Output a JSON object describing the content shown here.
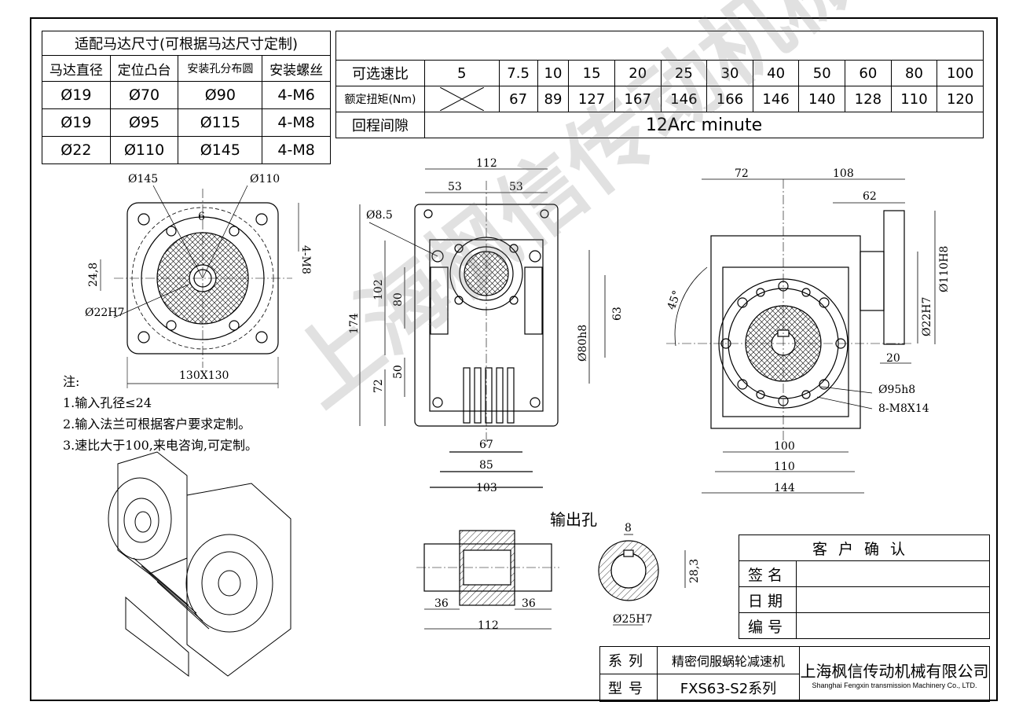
{
  "motor_table": {
    "title": "适配马达尺寸(可根据马达尺寸定制)",
    "headers": [
      "马达直径",
      "定位凸台",
      "安装孔分布圆",
      "安装螺丝"
    ],
    "rows": [
      [
        "Ø19",
        "Ø70",
        "Ø90",
        "4-M6"
      ],
      [
        "Ø19",
        "Ø95",
        "Ø115",
        "4-M8"
      ],
      [
        "Ø22",
        "Ø110",
        "Ø145",
        "4-M8"
      ]
    ]
  },
  "ratio_table": {
    "ratio_label": "可选速比",
    "ratios": [
      "5",
      "7.5",
      "10",
      "15",
      "20",
      "25",
      "30",
      "40",
      "50",
      "60",
      "80",
      "100"
    ],
    "torque_label": "额定扭矩(Nm)",
    "torques": [
      "",
      "67",
      "89",
      "127",
      "167",
      "146",
      "166",
      "146",
      "140",
      "128",
      "110",
      "120"
    ],
    "backlash_label": "回程间隙",
    "backlash_value": "12Arc minute"
  },
  "notes": {
    "heading": "注:",
    "items": [
      "1.输入孔径≤24",
      "2.输入法兰可根据客户要求定制。",
      "3.速比大于100,来电咨询,可定制。"
    ]
  },
  "dims": {
    "front": {
      "d145": "Ø145",
      "d110": "Ø110",
      "six": "6",
      "m8": "4-M8",
      "h248": "24,8",
      "d22": "Ø22H7",
      "sq": "130X130"
    },
    "side": {
      "w112": "112",
      "w53a": "53",
      "w53b": "53",
      "d85": "Ø8.5",
      "h174": "174",
      "h102": "102",
      "h80": "80",
      "h50": "50",
      "h72": "72",
      "w67": "67",
      "w85": "85",
      "w103": "103",
      "h63": "63",
      "d80": "Ø80h8"
    },
    "right": {
      "w72": "72",
      "w108": "108",
      "w62": "62",
      "ang": "45°",
      "d110h8": "Ø110H8",
      "d22h7": "Ø22H7",
      "w20": "20",
      "d95": "Ø95h8",
      "m8x14": "8-M8X14",
      "w100": "100",
      "w110": "110",
      "w144": "144"
    },
    "hole": {
      "title": "输出孔",
      "w36a": "36",
      "w36b": "36",
      "w112": "112",
      "k8": "8",
      "h283": "28,3",
      "d25": "Ø25H7"
    }
  },
  "sign_block": {
    "header": "客户确认",
    "rows": [
      "签名",
      "日期",
      "编号"
    ]
  },
  "title_block": {
    "series_label": "系列",
    "series_value": "精密伺服蜗轮减速机",
    "model_label": "型号",
    "model_value": "FXS63-S2系列",
    "company": "上海枫信传动机械有限公司",
    "company_en": "Shanghai Fengxin transmission Machinery Co., LTD."
  },
  "watermark": "上海枫信传动机械有限公司"
}
